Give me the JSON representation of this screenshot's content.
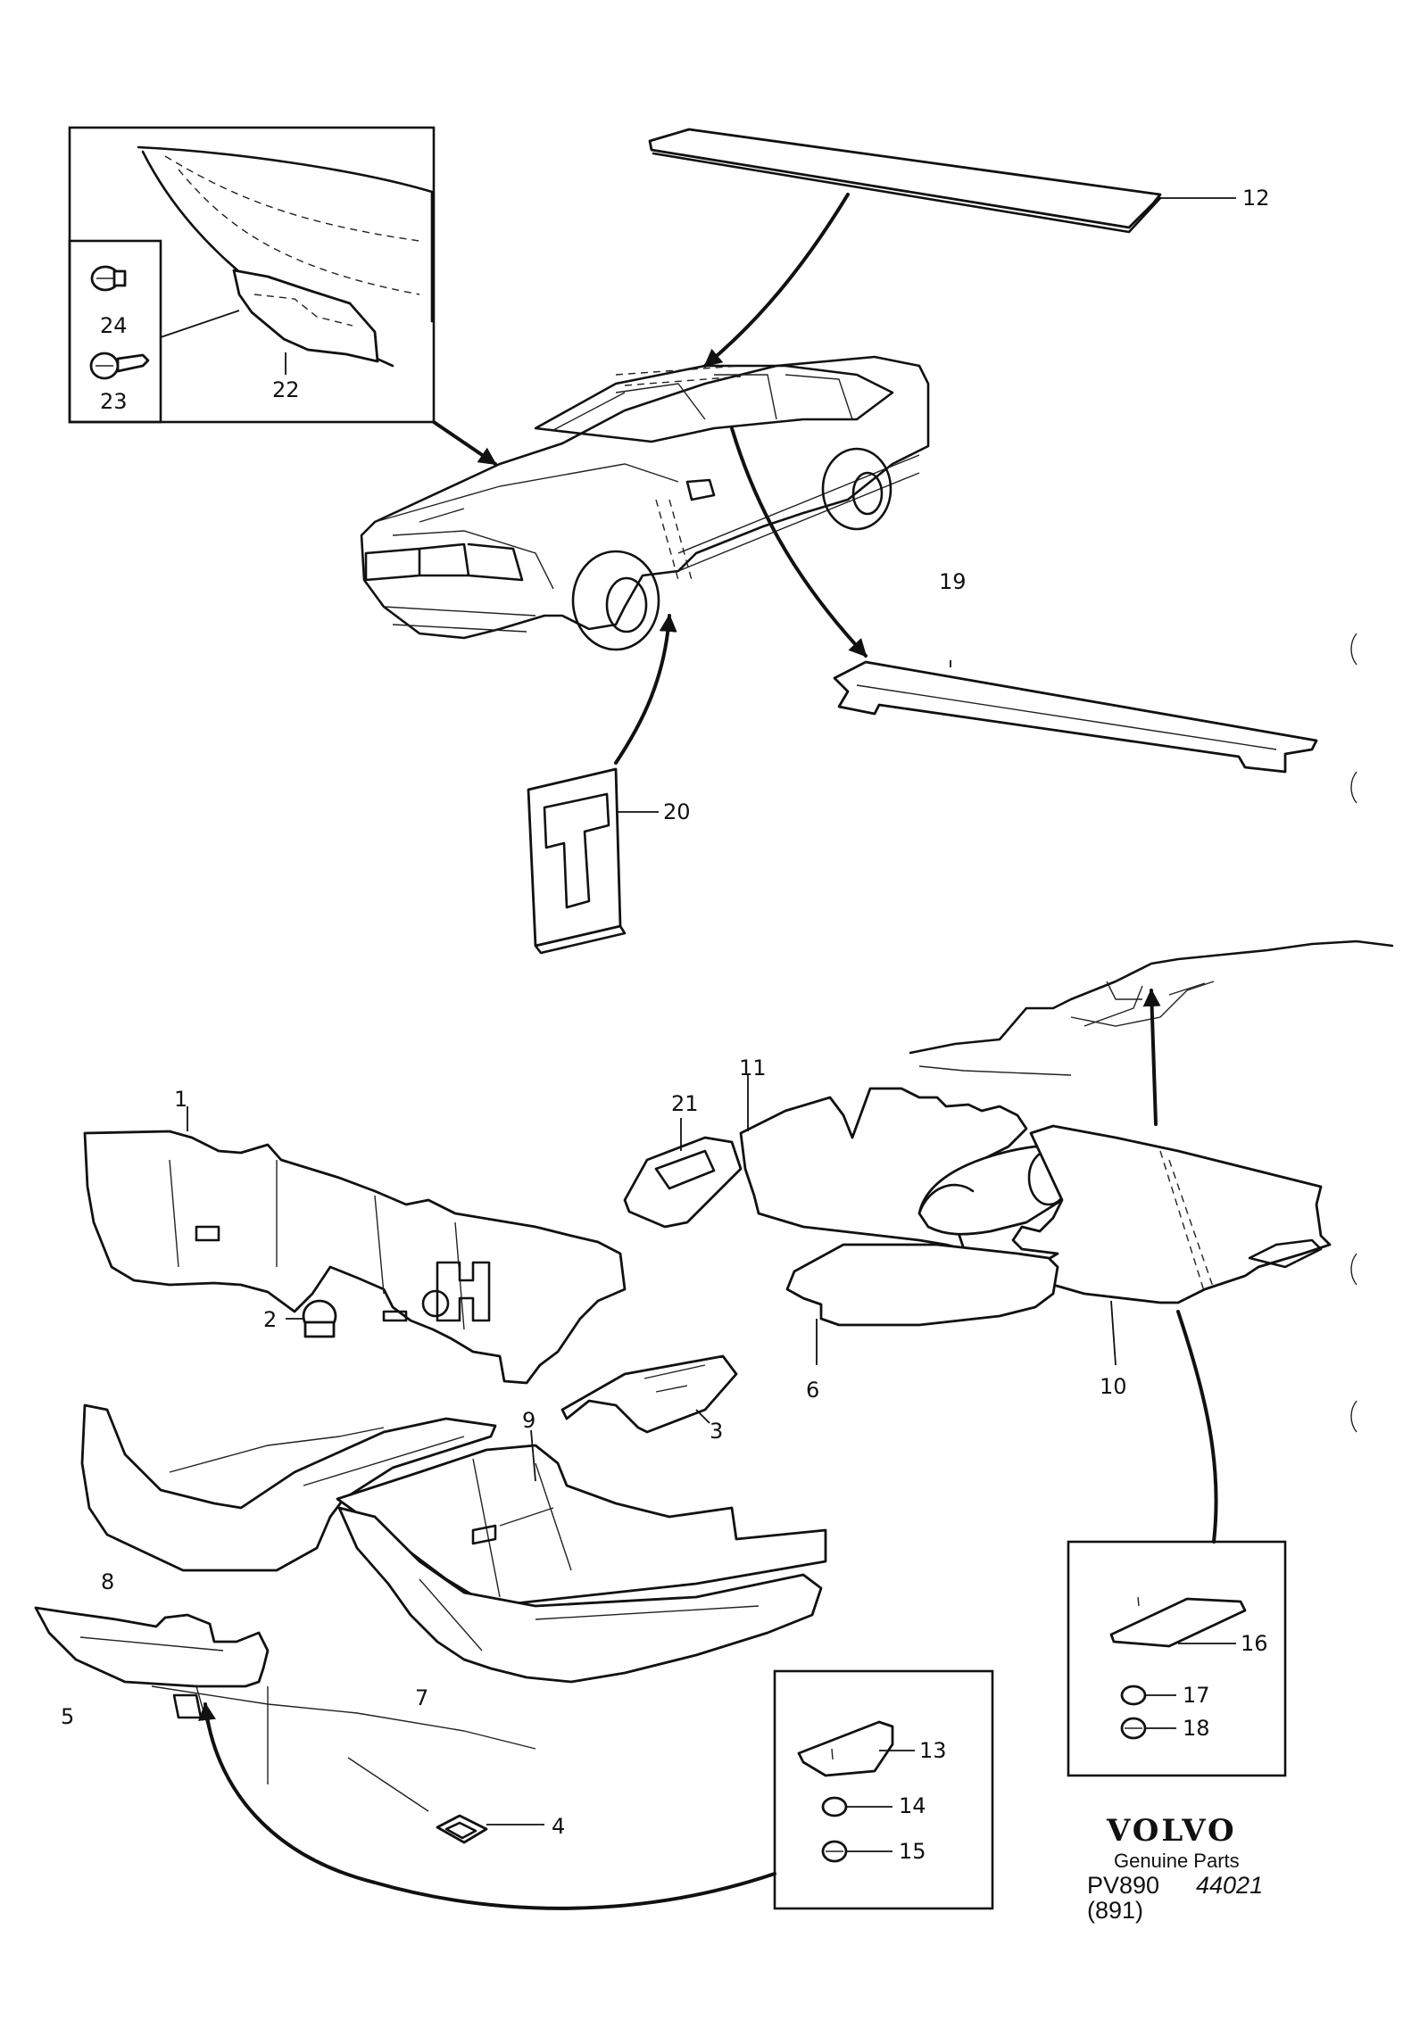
{
  "diagram": {
    "callouts": {
      "p1": "1",
      "p2": "2",
      "p3": "3",
      "p4": "4",
      "p5": "5",
      "p6": "6",
      "p7": "7",
      "p8": "8",
      "p9": "9",
      "p10": "10",
      "p11": "11",
      "p12": "12",
      "p13": "13",
      "p14": "14",
      "p15": "15",
      "p16": "16",
      "p17": "17",
      "p18": "18",
      "p19": "19",
      "p20": "20",
      "p21": "21",
      "p22": "22",
      "p23": "23",
      "p24": "24"
    }
  },
  "footer": {
    "brand": "VOLVO",
    "subtitle": "Genuine Parts",
    "code_prefix": "PV890",
    "code_number": "44021",
    "ref": "(891)"
  }
}
